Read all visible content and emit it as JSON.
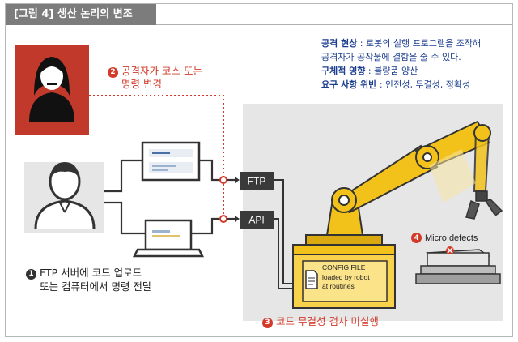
{
  "title": "[그림 4] 생산 논리의 변조",
  "info": {
    "attack_label": "공격 현상",
    "attack_text": " : 로봇의 실행 프로그램을 조작해",
    "attack_text2": "공격자가 공작물에 결함을 줄 수 있다.",
    "impact_label": "구체적 영향",
    "impact_text": " : 불량품 양산",
    "req_label": "요구 사항 위반",
    "req_text": " : 안전성, 무결성, 정확성"
  },
  "steps": {
    "s1_num": "1",
    "s1_line1": "FTP 서버에 코드 업로드",
    "s1_line2": "또는 컴퓨터에서 명령 전달",
    "s2_num": "2",
    "s2_line1": "공격자가 코스 또는",
    "s2_line2": "명령 변경",
    "s3_num": "3",
    "s3_text": "코드 무결성 검사 미실행",
    "s4_num": "4",
    "s4_text": "Micro defects"
  },
  "boxes": {
    "ftp": "FTP",
    "api": "API",
    "config_line1": "CONFIG FILE",
    "config_line2": "loaded by robot",
    "config_line3": "at routines"
  },
  "colors": {
    "accent_red": "#d23a2a",
    "info_blue": "#1b3c8f",
    "robot_yellow": "#f2c21b",
    "panel_grey": "#e3e3e3",
    "title_grey": "#7c7c7c"
  }
}
